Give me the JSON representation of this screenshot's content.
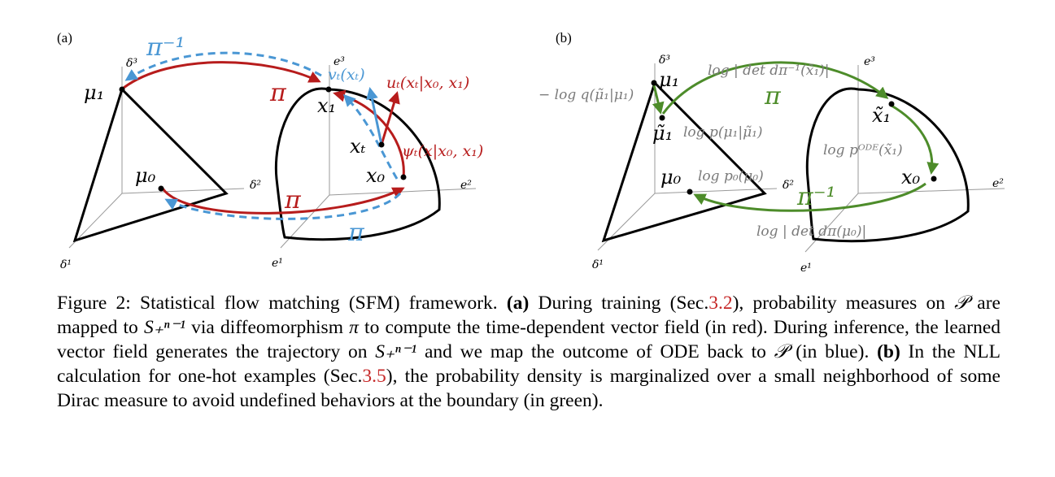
{
  "figure": {
    "panel_a": {
      "label": "(a)",
      "axis_labels": {
        "d1": "δ¹",
        "d2": "δ²",
        "d3": "δ³",
        "e1": "e¹",
        "e2": "e²",
        "e3": "e³"
      },
      "points": {
        "mu1": "μ₁",
        "mu0": "μ₀",
        "x1": "x₁",
        "xt": "xₜ",
        "x0": "x₀"
      },
      "maps": {
        "pi_top": "π",
        "pi_bottom": "π",
        "pi_inv": "π⁻¹",
        "pi_blue": "π"
      },
      "vectors": {
        "v": "vₜ(xₜ)",
        "u": "uₜ(xₜ|x₀, x₁)",
        "psi": "ψₜ(x|x₀, x₁)"
      }
    },
    "panel_b": {
      "label": "(b)",
      "axis_labels": {
        "d1": "δ¹",
        "d2": "δ²",
        "d3": "δ³",
        "e1": "e¹",
        "e2": "e²",
        "e3": "e³"
      },
      "points": {
        "mu1": "μ₁",
        "mu1t": "μ̃₁",
        "mu0": "μ₀",
        "x1t": "x̃₁",
        "x0": "x₀"
      },
      "maps": {
        "pi": "π",
        "pi_inv": "π⁻¹"
      },
      "terms": {
        "logq": "− log q(μ̃₁|μ₁)",
        "logp_mu1": "log p(μ₁|μ̃₁)",
        "logp0": "log p₀(μ₀)",
        "logdet_top": "log | det dπ⁻¹(x̃₁)|",
        "logp_ode": "log pᴼᴰᴱ(x̃₁)",
        "logdet_bottom": "log | det dπ(μ₀)|"
      }
    }
  },
  "caption": {
    "p1": "Figure 2: Statistical flow matching (SFM) framework. ",
    "a_label": "(a)",
    "p2": " During training (Sec.",
    "ref1": "3.2",
    "p3": "), probability measures on ",
    "P1": "𝒫",
    "p4": " are mapped to ",
    "S1": "S₊ⁿ⁻¹",
    "p5": " via diffeomorphism ",
    "pi": "π",
    "p6": " to compute the time-dependent vector field (in red). During inference, the learned vector field generates the trajectory on ",
    "S2": "S₊ⁿ⁻¹",
    "p7": " and we map the outcome of ODE back to ",
    "P2": "𝒫",
    "p8": " (in blue). ",
    "b_label": "(b)",
    "p9": " In the NLL calculation for one-hot examples (Sec.",
    "ref2": "3.5",
    "p10": "), the probability density is marginalized over a small neighborhood of some Dirac measure to avoid undefined behaviors at the boundary (in green)."
  }
}
